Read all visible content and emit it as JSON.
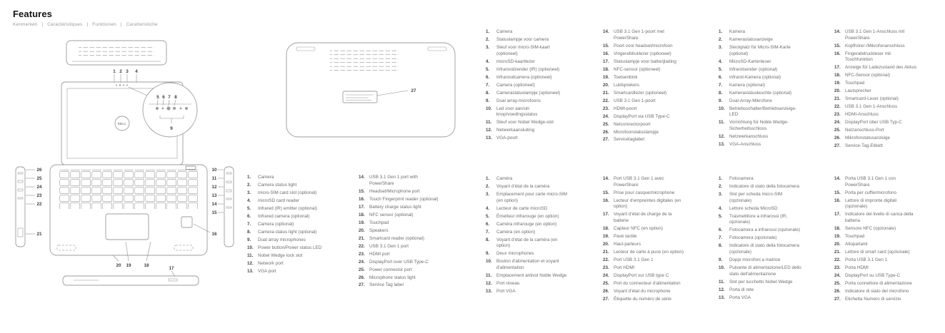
{
  "header": {
    "title": "Features",
    "subtitle": "Kenmerken   |   Caractéristiques   |   Funktionen   |   Caratteristiche"
  },
  "brand": "DELL",
  "callouts": [
    "1",
    "2",
    "3",
    "4",
    "5",
    "6",
    "7",
    "8",
    "9",
    "10",
    "11",
    "12",
    "13",
    "14",
    "15",
    "16",
    "17",
    "18",
    "19",
    "20",
    "21",
    "22",
    "23",
    "24",
    "25",
    "26",
    "27"
  ],
  "lists": {
    "english": {
      "col1": [
        {
          "n": "1.",
          "t": "Camera"
        },
        {
          "n": "2.",
          "t": "Camera status light"
        },
        {
          "n": "3.",
          "t": "micro-SIM card slot (optional)"
        },
        {
          "n": "4.",
          "t": "microSD card reader"
        },
        {
          "n": "5.",
          "t": "Infrared (IR) emitter (optional)"
        },
        {
          "n": "6.",
          "t": "Infrared camera (optional)"
        },
        {
          "n": "7.",
          "t": "Camera (optional)"
        },
        {
          "n": "8.",
          "t": "Camera-status light (optional)"
        },
        {
          "n": "9.",
          "t": "Dual array microphones"
        },
        {
          "n": "10.",
          "t": "Power button/Power status LED"
        },
        {
          "n": "11.",
          "t": "Nobel Wedge lock slot"
        },
        {
          "n": "12.",
          "t": "Network port"
        },
        {
          "n": "13.",
          "t": "VGA port"
        }
      ],
      "col2": [
        {
          "n": "14.",
          "t": "USB 3.1 Gen 1 port with PowerShare"
        },
        {
          "n": "15.",
          "t": "Headset/Microphone port"
        },
        {
          "n": "16.",
          "t": "Touch Fingerprint reader (optional)"
        },
        {
          "n": "17.",
          "t": "Battery charge status light"
        },
        {
          "n": "18.",
          "t": "NFC sensor (optional)"
        },
        {
          "n": "19.",
          "t": "Touchpad"
        },
        {
          "n": "20.",
          "t": "Speakers"
        },
        {
          "n": "21.",
          "t": "Smartcard reader (optional)"
        },
        {
          "n": "22.",
          "t": "USB 3.1 Gen 1 port"
        },
        {
          "n": "23.",
          "t": "HDMI port"
        },
        {
          "n": "24.",
          "t": "DisplayPort over USB Type-C"
        },
        {
          "n": "25.",
          "t": "Power connector port"
        },
        {
          "n": "26.",
          "t": "Microphone status light"
        },
        {
          "n": "27.",
          "t": "Service Tag label"
        }
      ]
    },
    "dutch": {
      "col1": [
        {
          "n": "1.",
          "t": "Camera"
        },
        {
          "n": "2.",
          "t": "Statuslampje voor camera"
        },
        {
          "n": "3.",
          "t": "Sleuf voor micro-SIM-kaart (optioneel)"
        },
        {
          "n": "4.",
          "t": "microSD-kaartlezer"
        },
        {
          "n": "5.",
          "t": "Infraroodzender (IR) (optioneel)"
        },
        {
          "n": "6.",
          "t": "Infraroodcamera (optioneel)"
        },
        {
          "n": "7.",
          "t": "Camera (optioneel)"
        },
        {
          "n": "8.",
          "t": "Camerastatuslampje (optioneel)"
        },
        {
          "n": "9.",
          "t": "Dual array-microfoons"
        },
        {
          "n": "10.",
          "t": "Led voor aan/uit-knop/voedingsstatus"
        },
        {
          "n": "11.",
          "t": "Sleuf voor Nobel Wedge-slot"
        },
        {
          "n": "12.",
          "t": "Netwerkaansluiting"
        },
        {
          "n": "13.",
          "t": "VGA-poort"
        }
      ],
      "col2": [
        {
          "n": "14.",
          "t": "USB 3.1 Gen 1-poort met PowerShare"
        },
        {
          "n": "15.",
          "t": "Poort voor headset/microfoon"
        },
        {
          "n": "16.",
          "t": "Vingerafdruklezer (optioneel)"
        },
        {
          "n": "17.",
          "t": "Statuslampje voor batterijlading"
        },
        {
          "n": "18.",
          "t": "NFC-sensor (optioneel)"
        },
        {
          "n": "19.",
          "t": "Toetsenblok"
        },
        {
          "n": "20.",
          "t": "Luidsprekers"
        },
        {
          "n": "21.",
          "t": "Smartcardlezer (optioneel)"
        },
        {
          "n": "22.",
          "t": "USB 3.1 Gen 1-poort"
        },
        {
          "n": "23.",
          "t": "HDMI-poort"
        },
        {
          "n": "24.",
          "t": "DisplayPort via USB Type-C"
        },
        {
          "n": "25.",
          "t": "Netconnectorpoort"
        },
        {
          "n": "26.",
          "t": "Microfoonstatuslampje"
        },
        {
          "n": "27.",
          "t": "Servicetaglabel"
        }
      ]
    },
    "french": {
      "col1": [
        {
          "n": "1.",
          "t": "Caméra"
        },
        {
          "n": "2.",
          "t": "Voyant d'état de la caméra"
        },
        {
          "n": "3.",
          "t": "Emplacement pour carte micro-SIM (en option)"
        },
        {
          "n": "4.",
          "t": "Lecteur de carte microSD"
        },
        {
          "n": "5.",
          "t": "Émetteur infrarouge (en option)"
        },
        {
          "n": "6.",
          "t": "Caméra infrarouge (en option)"
        },
        {
          "n": "7.",
          "t": "Caméra (en option)"
        },
        {
          "n": "8.",
          "t": "Voyant d'état de la caméra (en option)"
        },
        {
          "n": "9.",
          "t": "Deux microphones"
        },
        {
          "n": "10.",
          "t": "Bouton d'alimentation et voyant d'alimentation"
        },
        {
          "n": "11.",
          "t": "Emplacement antivol Noble Wedge"
        },
        {
          "n": "12.",
          "t": "Port réseau"
        },
        {
          "n": "13.",
          "t": "Port VGA"
        }
      ],
      "col2": [
        {
          "n": "14.",
          "t": "Port USB 3.1 Gen 1 avec PowerShare"
        },
        {
          "n": "15.",
          "t": "Prise pour casque/microphone"
        },
        {
          "n": "16.",
          "t": "Lecteur d'empreintes digitales (en option)"
        },
        {
          "n": "17.",
          "t": "Voyant d'état de charge de la batterie"
        },
        {
          "n": "18.",
          "t": "Capteur NFC (en option)"
        },
        {
          "n": "19.",
          "t": "Pavé tactile"
        },
        {
          "n": "20.",
          "t": "Haut-parleurs"
        },
        {
          "n": "21.",
          "t": "Lecteur de carte à puce (en option)"
        },
        {
          "n": "22.",
          "t": "Port USB 3.1 Gen 1"
        },
        {
          "n": "23.",
          "t": "Port HDMI"
        },
        {
          "n": "24.",
          "t": "DisplayPort sur USB type C"
        },
        {
          "n": "25.",
          "t": "Port du connecteur d'alimentation"
        },
        {
          "n": "26.",
          "t": "Voyant d'état du microphone"
        },
        {
          "n": "27.",
          "t": "Étiquette du numéro de série"
        }
      ]
    },
    "german": {
      "col1": [
        {
          "n": "1.",
          "t": "Kamera"
        },
        {
          "n": "2.",
          "t": "Kamerastatusanzeige"
        },
        {
          "n": "3.",
          "t": "Steckplatz für Micro-SIM-Karte (optional)"
        },
        {
          "n": "4.",
          "t": "MicroSD-Kartenleser"
        },
        {
          "n": "5.",
          "t": "Infrarotsender (optional)"
        },
        {
          "n": "6.",
          "t": "Infrarot-Kamera (optional)"
        },
        {
          "n": "7.",
          "t": "Kamera (optional)"
        },
        {
          "n": "8.",
          "t": "Kamerastatusleuchte (optional)"
        },
        {
          "n": "9.",
          "t": "Dual-Array-Mikrofone"
        },
        {
          "n": "10.",
          "t": "Betriebsschalter/Betriebsanzeige-LED"
        },
        {
          "n": "11.",
          "t": "Vorrichtung für Noble Wedge-Sicherheitsschloss"
        },
        {
          "n": "12.",
          "t": "Netzwerkanschluss"
        },
        {
          "n": "13.",
          "t": "VGA-Anschluss"
        }
      ],
      "col2": [
        {
          "n": "14.",
          "t": "USB 3.1 Gen 1-Anschluss mit PowerShare"
        },
        {
          "n": "15.",
          "t": "Kopfhörer-/Mikrofonanschluss"
        },
        {
          "n": "16.",
          "t": "Fingerabdruckleser mit Touchfunktion"
        },
        {
          "n": "17.",
          "t": "Anzeige für Ladezustand des Akkus"
        },
        {
          "n": "18.",
          "t": "NFC-Sensor (optional)"
        },
        {
          "n": "19.",
          "t": "Touchpad"
        },
        {
          "n": "20.",
          "t": "Lautsprecher"
        },
        {
          "n": "21.",
          "t": "Smartcard-Leser (optional)"
        },
        {
          "n": "22.",
          "t": "USB 3.1 Gen 1-Anschluss"
        },
        {
          "n": "23.",
          "t": "HDMI-Anschluss"
        },
        {
          "n": "24.",
          "t": "DisplayPort über USB Typ-C"
        },
        {
          "n": "25.",
          "t": "Netzanschluss-Port"
        },
        {
          "n": "26.",
          "t": "Mikrofonstatusanzeige"
        },
        {
          "n": "27.",
          "t": "Service-Tag-Etikett"
        }
      ]
    },
    "italian": {
      "col1": [
        {
          "n": "1.",
          "t": "Fotocamera"
        },
        {
          "n": "2.",
          "t": "Indicatore di stato della fotocamera"
        },
        {
          "n": "3.",
          "t": "Slot per scheda micro-SIM (opzionale)"
        },
        {
          "n": "4.",
          "t": "Lettore scheda MicroSD"
        },
        {
          "n": "5.",
          "t": "Trasmettitore a infrarossi (IR, opzionale)"
        },
        {
          "n": "6.",
          "t": "Fotocamera a infrarossi (opzionale)"
        },
        {
          "n": "7.",
          "t": "Fotocamera (opzionale)"
        },
        {
          "n": "8.",
          "t": "Indicatore di stato della fotocamera (opzionale)"
        },
        {
          "n": "9.",
          "t": "Doppi microfoni a matrice"
        },
        {
          "n": "10.",
          "t": "Pulsante di alimentazione/LED dello stato dell'alimentazione"
        },
        {
          "n": "11.",
          "t": "Slot per lucchetto Nobel Wedge"
        },
        {
          "n": "12.",
          "t": "Porta di rete"
        },
        {
          "n": "13.",
          "t": "Porta VGA"
        }
      ],
      "col2": [
        {
          "n": "14.",
          "t": "Porta USB 3.1 Gen 1 con PowerShare"
        },
        {
          "n": "15.",
          "t": "Porta per cuffie/microfono"
        },
        {
          "n": "16.",
          "t": "Lettore di impronte digitali (opzionale)"
        },
        {
          "n": "17.",
          "t": "Indicatore del livello di carica della batteria"
        },
        {
          "n": "18.",
          "t": "Sensore NFC (opzionale)"
        },
        {
          "n": "19.",
          "t": "Touchpad"
        },
        {
          "n": "20.",
          "t": "Altoparlanti"
        },
        {
          "n": "21.",
          "t": "Lettore di smart card (opzionale)"
        },
        {
          "n": "22.",
          "t": "Porta USB 3.1 Gen 1"
        },
        {
          "n": "23.",
          "t": "Porta HDMI"
        },
        {
          "n": "24.",
          "t": "DisplayPort su USB Type-C"
        },
        {
          "n": "25.",
          "t": "Porta connettore di alimentazione"
        },
        {
          "n": "26.",
          "t": "Indicatore di stato del microfono"
        },
        {
          "n": "27.",
          "t": "Etichetta Numero di servizio"
        }
      ]
    }
  }
}
